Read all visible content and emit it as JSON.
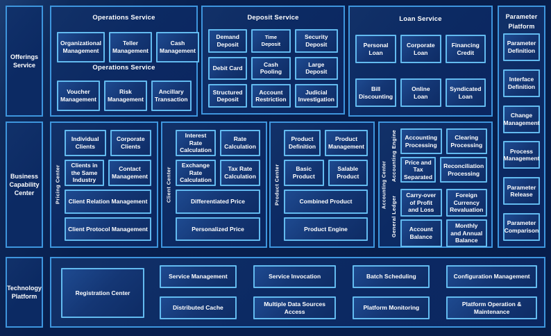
{
  "colors": {
    "background": "#071d49",
    "panel_fill": "#0c2a63",
    "panel_border": "#3e96de",
    "box_border": "#63bbf0",
    "text": "#ffffff"
  },
  "left_rail": {
    "offerings": "Offerings Service",
    "business": "Business Capability Center",
    "technology": "Technology Platform"
  },
  "operations_service": {
    "title": "Operations Service",
    "watermark": "Operations Service",
    "row1": [
      "Organizational Management",
      "Teller Management",
      "Cash Management"
    ],
    "row2": [
      "Voucher Management",
      "Risk Management",
      "Ancillary Transaction"
    ]
  },
  "deposit_service": {
    "title": "Deposit Service",
    "items": [
      "Demand Deposit",
      "Time Deposit",
      "Security Deposit",
      "Debit Card",
      "Cash Pooling",
      "Large Deposit",
      "Structured Deposit",
      "Account Restriction",
      "Judicial Investigation"
    ]
  },
  "loan_service": {
    "title": "Loan Service",
    "items": [
      "Personal Loan",
      "Corporate Loan",
      "Financing Credit",
      "Bill Discounting",
      "Online Loan",
      "Syndicated Loan"
    ]
  },
  "parameter_platform": {
    "title": "Parameter Platform",
    "items": [
      "Parameter Definition",
      "Interface Definition",
      "Change Management",
      "Process Management",
      "Parameter Release",
      "Parameter Comparison"
    ]
  },
  "pricing_center": {
    "label": "Pricing Center",
    "small": [
      "Individual Clients",
      "Corporate Clients",
      "Clients in the Same Industry",
      "Contact Management"
    ],
    "wide": [
      "Client Relation Management",
      "Client Protocol Management"
    ]
  },
  "client_center": {
    "label": "Client Center",
    "small": [
      "Interest Rate Calculation",
      "Rate Calculation",
      "Exchange Rate Calculation",
      "Tax Rate Calculation"
    ],
    "wide": [
      "Differentiated Price",
      "Personalized Price"
    ]
  },
  "product_center": {
    "label": "Product Center",
    "small": [
      "Product Definition",
      "Product Management",
      "Basic Product",
      "Salable Product"
    ],
    "wide": [
      "Combined Product",
      "Product Engine"
    ]
  },
  "accounting_center": {
    "label": "Accounting Center",
    "engine_label": "Accounting Engine",
    "ledger_label": "General Ledger",
    "engine_items": [
      "Accounting Processing",
      "Clearing Processing",
      "Price and Tax Separated",
      "Reconciliation Processing"
    ],
    "ledger_items": [
      "Carry-over of Profit and Loss",
      "Foreign Currency Revaluation",
      "Account Balance",
      "Monthly and Annual Balance"
    ]
  },
  "technology_platform": {
    "registration": "Registration Center",
    "row1": [
      "Service Management",
      "Service Invocation",
      "Batch Scheduling",
      "Configuration Management"
    ],
    "row2": [
      "Distributed Cache",
      "Multiple Data Sources Access",
      "Platform Monitoring",
      "Platform Operation &amp; Maintenance"
    ],
    "row2_plain": [
      "Distributed Cache",
      "Multiple Data Sources Access",
      "Platform Monitoring",
      "Platform Operation & Maintenance"
    ]
  }
}
